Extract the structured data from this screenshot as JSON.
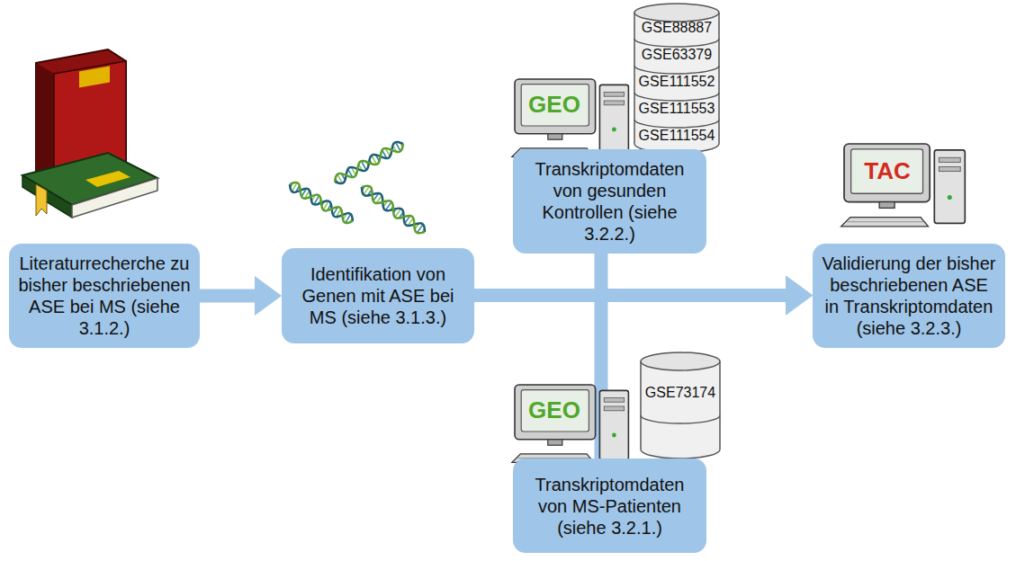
{
  "diagram": {
    "nodes": [
      {
        "text": [
          "Literaturrecherche zu bisher beschriebenen ASE bei MS (siehe 3.1.2.)"
        ]
      },
      {
        "text": [
          "Identifikation von Genen mit ASE bei MS (siehe 3.1.3.)"
        ]
      },
      {
        "text": [
          "Transkriptomdaten von gesunden Kontrollen (siehe 3.2.2.)"
        ]
      },
      {
        "text": [
          "Transkriptomdaten von MS-Patienten (siehe 3.2.1.)"
        ]
      },
      {
        "text": [
          "Validierung der bisher beschriebenen ASE in Transkriptomdaten (siehe 3.2.3.)"
        ]
      }
    ],
    "edges": [
      {
        "from": 0,
        "to": 1,
        "arrow": "to"
      },
      {
        "from": 1,
        "to": 4,
        "arrow": "to"
      },
      {
        "from": 2,
        "to": 4,
        "arrow": "to"
      },
      {
        "from": 3,
        "to": 4,
        "arrow": "to"
      }
    ],
    "labels": [
      "GEO",
      "GSE88887",
      "GSE63379",
      "GSE111552",
      "GSE111553",
      "GSE111554",
      "GEO",
      "GSE73174",
      "TAC"
    ]
  }
}
